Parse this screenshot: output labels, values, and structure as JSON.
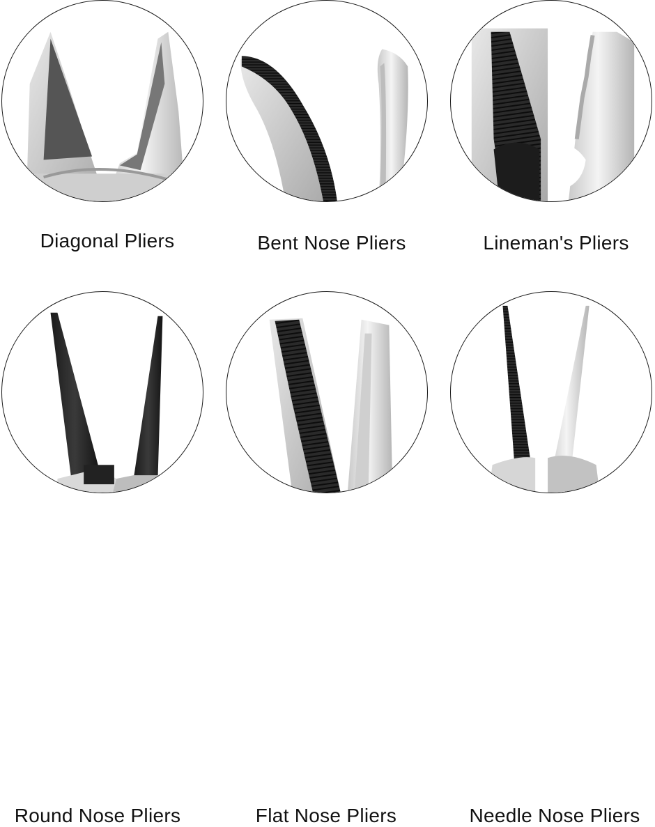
{
  "tools": [
    {
      "label": "Diagonal Pliers"
    },
    {
      "label": "Bent Nose Pliers"
    },
    {
      "label": "Lineman's Pliers"
    },
    {
      "label": "Round Nose Pliers"
    },
    {
      "label": "Flat Nose Pliers"
    },
    {
      "label": "Needle Nose Pliers"
    }
  ]
}
